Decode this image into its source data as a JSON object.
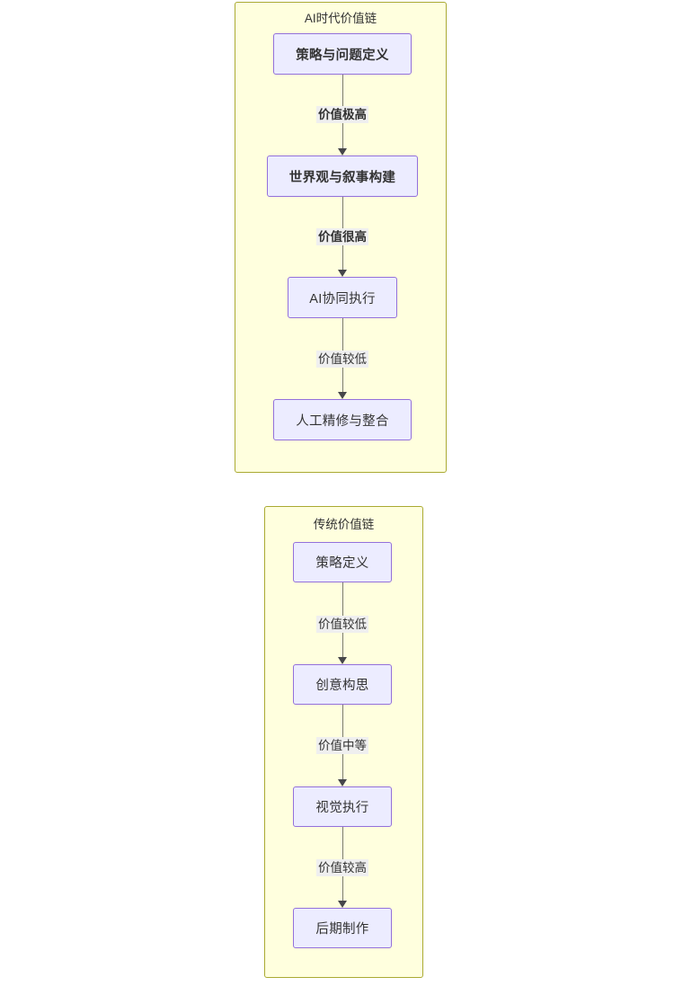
{
  "diagram": {
    "type": "flowchart",
    "direction": "top-down",
    "background_color": "#ffffff",
    "subgraph_fill": "#ffffde",
    "subgraph_stroke": "#aaaa33",
    "node_fill": "#ececff",
    "node_stroke": "#9370db",
    "edge_stroke": "#7a7a6e",
    "label_background": "#efefef",
    "text_color": "#333333"
  },
  "subgraphs": [
    {
      "id": "ai-era-value-chain",
      "title": "AI时代价值链",
      "nodes": [
        {
          "id": "strategy-problem-definition",
          "label": "策略与问题定义",
          "emphasis": "bold"
        },
        {
          "id": "worldview-narrative-construction",
          "label": "世界观与叙事构建",
          "emphasis": "bold"
        },
        {
          "id": "ai-collaborative-execution",
          "label": "AI协同执行",
          "emphasis": "normal"
        },
        {
          "id": "manual-refinement-integration",
          "label": "人工精修与整合",
          "emphasis": "normal"
        }
      ],
      "edges": [
        {
          "from": "strategy-problem-definition",
          "to": "worldview-narrative-construction",
          "label": "价值极高",
          "emphasis": "bold"
        },
        {
          "from": "worldview-narrative-construction",
          "to": "ai-collaborative-execution",
          "label": "价值很高",
          "emphasis": "bold"
        },
        {
          "from": "ai-collaborative-execution",
          "to": "manual-refinement-integration",
          "label": "价值较低",
          "emphasis": "normal"
        }
      ]
    },
    {
      "id": "traditional-value-chain",
      "title": "传统价值链",
      "nodes": [
        {
          "id": "strategy-definition",
          "label": "策略定义",
          "emphasis": "normal"
        },
        {
          "id": "creative-ideation",
          "label": "创意构思",
          "emphasis": "normal"
        },
        {
          "id": "visual-execution",
          "label": "视觉执行",
          "emphasis": "normal"
        },
        {
          "id": "post-production",
          "label": "后期制作",
          "emphasis": "normal"
        }
      ],
      "edges": [
        {
          "from": "strategy-definition",
          "to": "creative-ideation",
          "label": "价值较低",
          "emphasis": "normal"
        },
        {
          "from": "creative-ideation",
          "to": "visual-execution",
          "label": "价值中等",
          "emphasis": "normal"
        },
        {
          "from": "visual-execution",
          "to": "post-production",
          "label": "价值较高",
          "emphasis": "normal"
        }
      ]
    }
  ]
}
